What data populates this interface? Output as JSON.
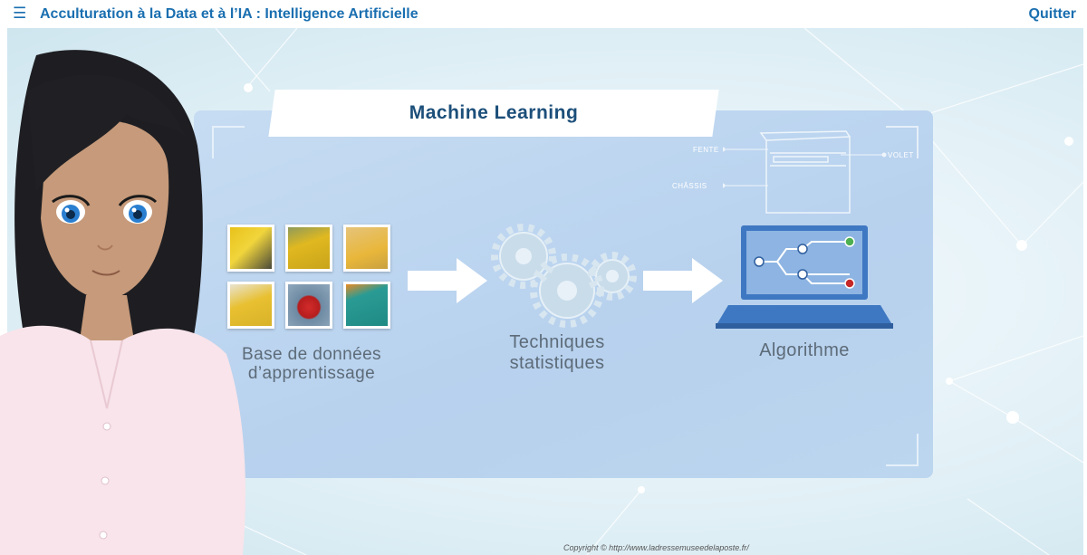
{
  "header": {
    "menu_icon": "hamburger-menu-icon",
    "course_title": "Acculturation à la Data et à l’IA : Intelligence Artificielle",
    "quit_label": "Quitter"
  },
  "slide": {
    "title": "Machine Learning",
    "dataset_label_line1": "Base de données",
    "dataset_label_line2": "d’apprentissage",
    "techniques_line1": "Techniques",
    "techniques_line2": "statistiques",
    "algorithm_label": "Algorithme",
    "schematic_labels": {
      "fente": "FENTE",
      "chassis": "CHÂSSIS",
      "volet": "VOLET"
    },
    "copyright": "Copyright © http://www.ladressemuseedelaposte.fr/"
  },
  "colors": {
    "accent": "#1a6fb0",
    "title_dark": "#1c4f7a",
    "panel_blue": "#b9d3ee",
    "laptop_blue": "#3f78c2",
    "gear_color": "#c3d8e6"
  }
}
